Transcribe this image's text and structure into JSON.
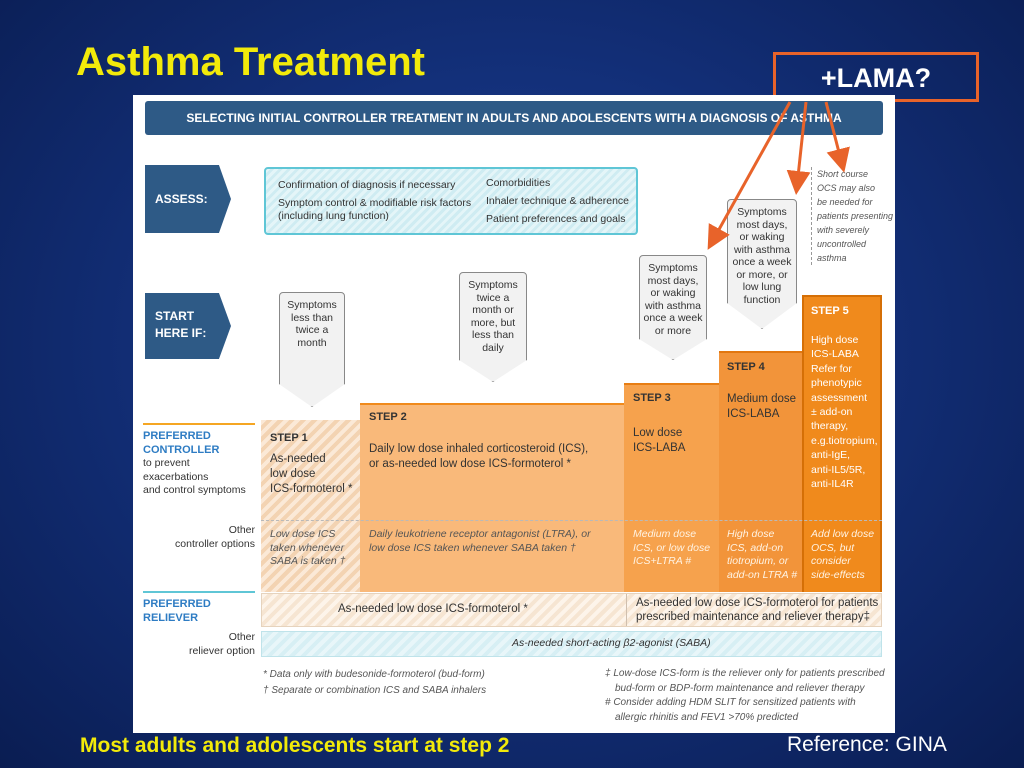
{
  "slide": {
    "title": "Asthma Treatment",
    "lama_label": "+LAMA?",
    "footer_left": "Most adults and adolescents start at step 2",
    "footer_right": "Reference: GINA"
  },
  "figure": {
    "banner": "SELECTING INITIAL CONTROLLER TREATMENT IN ADULTS AND ADOLESCENTS WITH A DIAGNOSIS OF ASTHMA",
    "assess_label": "ASSESS:",
    "assess_left": [
      "Confirmation of diagnosis if necessary",
      "Symptom control & modifiable risk factors",
      "(including lung function)"
    ],
    "assess_right": [
      "Comorbidities",
      "Inhaler technique & adherence",
      "Patient preferences and goals"
    ],
    "ocs_note": [
      "Short course",
      "OCS may also",
      "be needed for",
      "patients presenting",
      "with severely",
      "uncontrolled",
      "asthma"
    ],
    "start_label": [
      "START",
      "HERE IF:"
    ],
    "callouts": [
      [
        "Symptoms",
        "less than",
        "twice a",
        "month"
      ],
      [
        "Symptoms",
        "twice a",
        "month or",
        "more, but",
        "less than",
        "daily"
      ],
      [
        "Symptoms",
        "most days,",
        "or waking",
        "with asthma",
        "once a week",
        "or more"
      ],
      [
        "Symptoms",
        "most days,",
        "or waking",
        "with asthma",
        "once a week",
        "or more, or",
        "low lung",
        "function"
      ]
    ],
    "row_labels": {
      "preferred_controller": [
        "PREFERRED",
        "CONTROLLER"
      ],
      "controller_desc": [
        "to prevent exacerbations",
        "and control symptoms"
      ],
      "other_controller": [
        "Other",
        "controller options"
      ],
      "preferred_reliever": [
        "PREFERRED",
        "RELIEVER"
      ],
      "other_reliever": [
        "Other",
        "reliever option"
      ]
    },
    "steps": [
      {
        "label": "STEP 1",
        "text": [
          "As-needed",
          "low dose",
          "ICS-formoterol *"
        ],
        "other": [
          "Low dose ICS",
          "taken whenever",
          "SABA is taken †"
        ]
      },
      {
        "label": "STEP 2",
        "text": [
          "Daily low dose inhaled corticosteroid (ICS),",
          "or as-needed low dose ICS-formoterol *"
        ],
        "other": [
          "Daily leukotriene receptor antagonist (LTRA), or",
          "low dose ICS taken whenever SABA taken †"
        ]
      },
      {
        "label": "STEP 3",
        "text": [
          "Low dose",
          "ICS-LABA"
        ],
        "other": [
          "Medium dose",
          "ICS, or low dose",
          "ICS+LTRA #"
        ]
      },
      {
        "label": "STEP 4",
        "text": [
          "Medium dose",
          "ICS-LABA"
        ],
        "other": [
          "High dose",
          "ICS, add-on",
          "tiotropium, or",
          "add-on LTRA #"
        ]
      },
      {
        "label": "STEP 5",
        "text": [
          "High dose",
          "ICS-LABA",
          "Refer for",
          "phenotypic",
          "assessment",
          "± add-on",
          "therapy,",
          "e.g.tiotropium,",
          "anti-IgE,",
          "anti-IL5/5R,",
          "anti-IL4R"
        ],
        "other": [
          "Add low dose",
          "OCS, but",
          "consider",
          "side-effects"
        ]
      }
    ],
    "reliever_left": "As-needed low dose ICS-formoterol *",
    "reliever_right": [
      "As-needed low dose ICS-formoterol  for patients",
      "prescribed maintenance and reliever therapy‡"
    ],
    "other_reliever_text": "As-needed short-acting β2-agonist (SABA)",
    "footnotes_left": [
      "*  Data only with budesonide-formoterol (bud-form)",
      "† Separate or combination ICS and SABA inhalers"
    ],
    "footnotes_right": [
      "‡  Low-dose ICS-form is the reliever only for patients prescribed",
      "bud-form or BDP-form maintenance and reliever therapy",
      "#  Consider adding HDM SLIT for sensitized patients with",
      "allergic rhinitis and FEV1 >70% predicted"
    ]
  },
  "colors": {
    "title_yellow": "#f2ea0a",
    "lama_orange": "#e8632a",
    "navy": "#2e5a86",
    "teal": "#5fc6d6",
    "step5": "#f08a1c",
    "step2": "#f9b97a"
  }
}
